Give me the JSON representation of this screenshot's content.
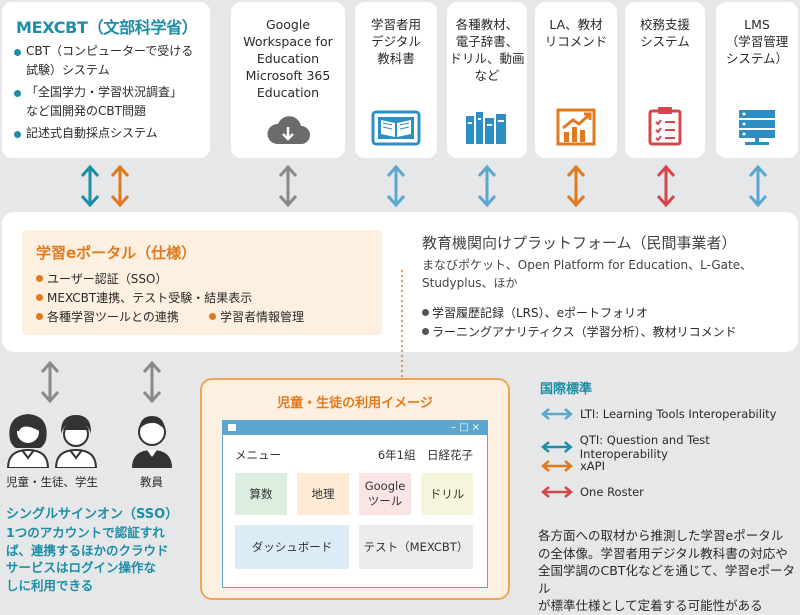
{
  "colors": {
    "teal": "#1d8ea6",
    "orange": "#e07a1f",
    "blue": "#5da7cf",
    "gray": "#8a8a8a",
    "red": "#d4464a"
  },
  "mexcbt": {
    "title": "MEXCBT（文部科学省）",
    "items": [
      "CBT（コンピューターで受ける\n試験）システム",
      "「全国学力・学習状況調査」\nなど国開発のCBT問題",
      "記述式自動採点システム"
    ]
  },
  "top_cards": [
    {
      "label": "Google\nWorkspace for\nEducation\nMicrosoft 365\nEducation",
      "icon": "cloud-download-icon"
    },
    {
      "label": "学習者用\nデジタル\n教科書",
      "icon": "digital-textbook-icon"
    },
    {
      "label": "各種教材、\n電子辞書、\nドリル、動画\nなど",
      "icon": "books-icon"
    },
    {
      "label": "LA、教材\nリコメンド",
      "icon": "chart-growth-icon"
    },
    {
      "label": "校務支援\nシステム",
      "icon": "clipboard-icon"
    },
    {
      "label": "LMS\n（学習管理\nシステム）",
      "icon": "server-icon"
    }
  ],
  "portal": {
    "title": "学習eポータル（仕様）",
    "items": [
      "ユーザー認証（SSO）",
      "MEXCBT連携、テスト受験・結果表示",
      "各種学習ツールとの連携",
      "学習者情報管理"
    ]
  },
  "platform": {
    "title": "教育機関向けプラットフォーム（民間事業者）",
    "subtitle": "まなびポケット、Open Platform for Education、L-Gate、\nStudyplus、ほか",
    "items": [
      "学習履歴記録（LRS）、eポートフォリオ",
      "ラーニングアナリティクス（学習分析）、教材リコメンド"
    ]
  },
  "users": {
    "students_label": "児童・生徒、学生",
    "teacher_label": "教員"
  },
  "image_panel": {
    "title": "児童・生徒の利用イメージ",
    "menu": "メニュー",
    "user": "6年1組　日経花子",
    "window_controls": "–□×",
    "tiles": [
      "算数",
      "地理",
      "Google\nツール",
      "ドリル",
      "ダッシュボード",
      "テスト（MEXCBT）"
    ]
  },
  "standards": {
    "title": "国際標準",
    "items": [
      {
        "label": "LTI: Learning Tools Interoperability",
        "color": "#5da7cf"
      },
      {
        "label": "QTI: Question and Test Interoperability",
        "color": "#1d8ea6"
      },
      {
        "label": "xAPI",
        "color": "#e07a1f"
      },
      {
        "label": "One Roster",
        "color": "#d4464a"
      }
    ]
  },
  "sso": {
    "title": "シングルサインオン（SSO）",
    "desc": "1つのアカウントで認証すれ\nば、連携するほかのクラウド\nサービスはログイン操作な\nしに利用できる"
  },
  "caption": "各方面への取材から推測した学習eポータル\nの全体像。学習者用デジタル教科書の対応や\n全国学調のCBT化などを通じて、学習eポータル\nが標準仕様として定着する可能性がある"
}
